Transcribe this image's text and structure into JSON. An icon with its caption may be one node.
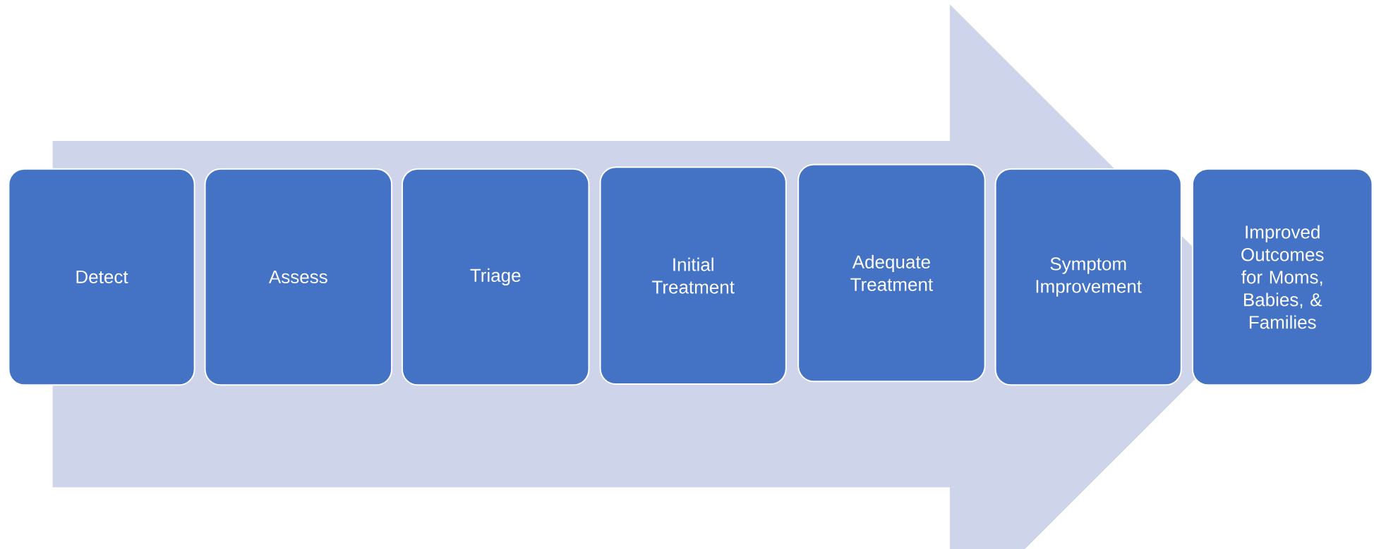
{
  "diagram": {
    "nodes": [
      {
        "text": [
          "Detect"
        ]
      },
      {
        "text": [
          "Assess"
        ]
      },
      {
        "text": [
          "Triage"
        ]
      },
      {
        "text": [
          "Initial Treatment"
        ]
      },
      {
        "text": [
          "Adequate Treatment"
        ]
      },
      {
        "text": [
          "Symptom Improvement"
        ]
      },
      {
        "text": [
          "Improved Outcomes for Moms, Babies, & Families"
        ]
      }
    ],
    "edges": [
      {
        "from": 0,
        "to": 6,
        "arrow": "to"
      }
    ]
  }
}
